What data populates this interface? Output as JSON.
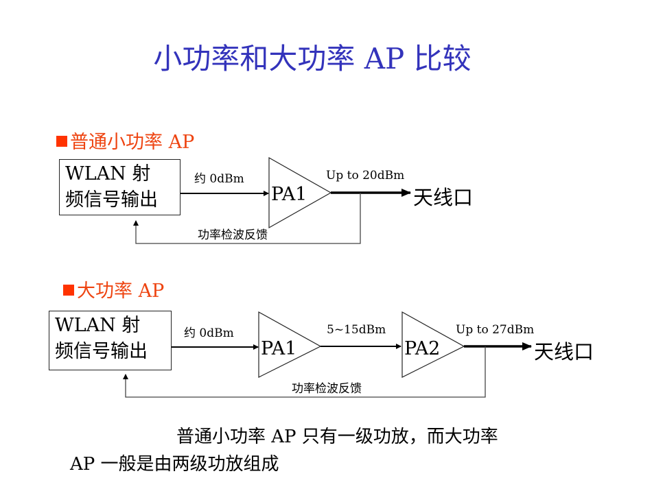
{
  "title": "小功率和大功率 AP 比较",
  "colors": {
    "title": "#3333bb",
    "section": "#ee4411",
    "bullet": "#ff3300"
  },
  "sections": [
    {
      "heading": "普通小功率 AP",
      "source_line1": "WLAN 射",
      "source_line2": "频信号输出",
      "input_label": "约 0dBm",
      "amplifiers": [
        "PA1"
      ],
      "output_label": "Up to 20dBm",
      "antenna": "天线口",
      "feedback_label": "功率检波反馈"
    },
    {
      "heading": "大功率 AP",
      "source_line1": "WLAN 射",
      "source_line2": "频信号输出",
      "input_label": "约 0dBm",
      "amplifiers": [
        "PA1",
        "PA2"
      ],
      "intermediate_label": "5~15dBm",
      "output_label": "Up to 27dBm",
      "antenna": "天线口",
      "feedback_label": "功率检波反馈"
    }
  ],
  "summary_line1": "普通小功率 AP 只有一级功放，而大功率",
  "summary_line2": "AP 一般是由两级功放组成"
}
